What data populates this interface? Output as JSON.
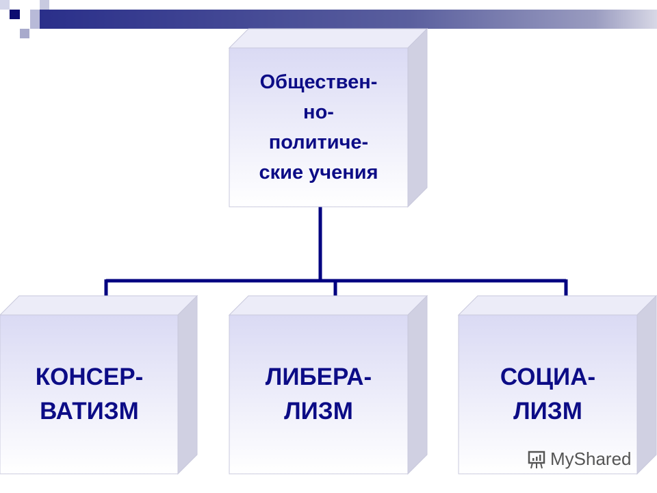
{
  "root": {
    "label": "Обществен-\nно-\nполитиче-\nские учения"
  },
  "children": [
    {
      "label": "КОНСЕР-\nВАТИЗМ"
    },
    {
      "label": "ЛИБЕРА-\nЛИЗМ"
    },
    {
      "label": "СОЦИА-\nЛИЗМ"
    }
  ],
  "watermark": "MyShared",
  "colors": {
    "text": "#0c0c86",
    "connector": "#000080",
    "face": "#e4e4f6"
  }
}
